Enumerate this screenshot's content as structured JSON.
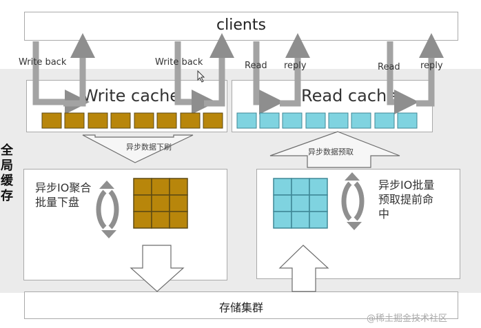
{
  "top_box": {
    "label": "clients"
  },
  "bottom_box": {
    "label": "存储集群"
  },
  "side_label": "全局缓存",
  "write_section": {
    "title": "Write cache",
    "arrow_labels": [
      "Write back",
      "Write back"
    ],
    "async_label": "异步数据下刷",
    "note": "异步IO聚合批量下盘",
    "block_color": "#b8860b"
  },
  "read_section": {
    "title": "Read cache",
    "arrow_labels": [
      "Read",
      "reply",
      "Read",
      "reply"
    ],
    "async_label": "异步数据预取",
    "note": "异步IO批量预取提前命中",
    "block_color": "#7fd3e0"
  },
  "watermark": "@稀土掘金技术社区"
}
